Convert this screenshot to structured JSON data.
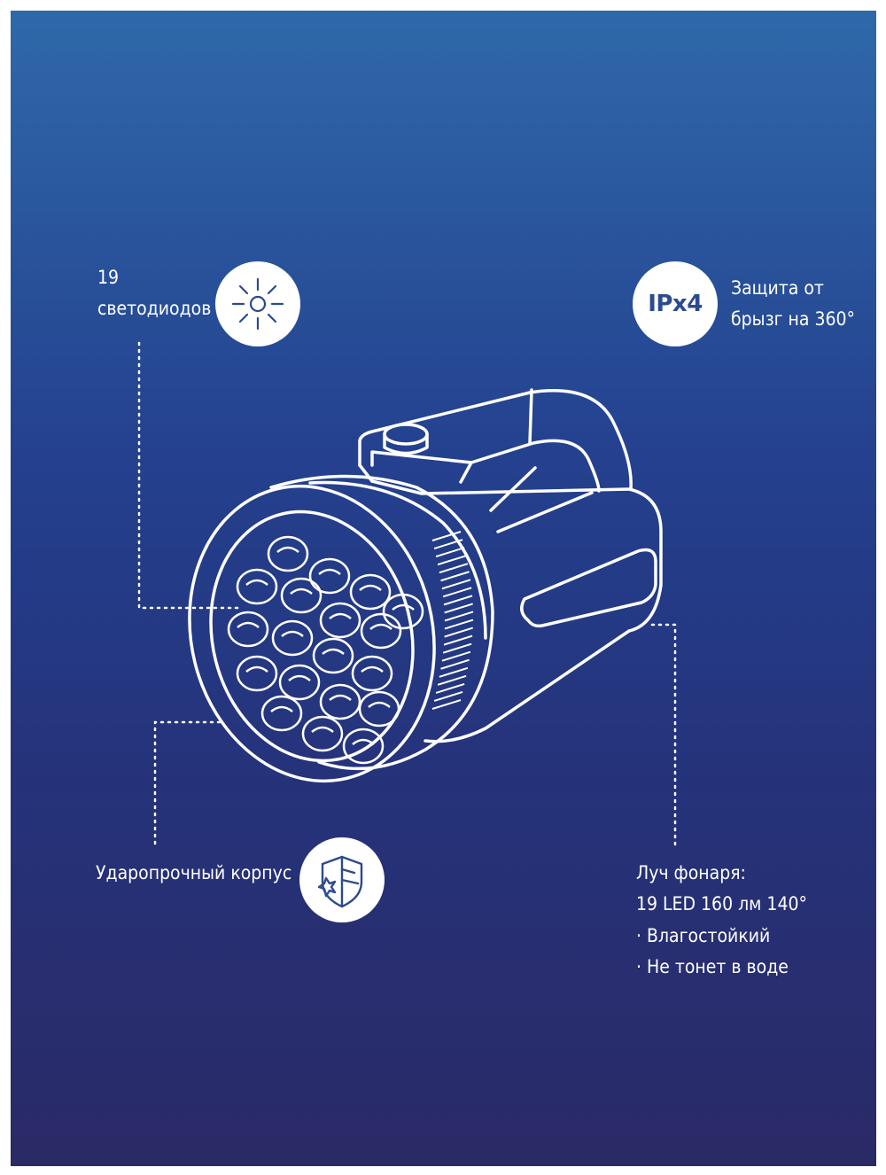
{
  "colors": {
    "background_top": "#2f69aa",
    "background_bottom": "#2a2a66",
    "line": "#ffffff",
    "badge_fill": "#ffffff",
    "icon_color": "#2c4a8e"
  },
  "features": {
    "leds": {
      "line1": "19",
      "line2": "светодиодов",
      "icon": "sun-icon"
    },
    "protection": {
      "badge_text": "IPx4",
      "line1": "Защита от",
      "line2": "брызг на 360°"
    },
    "body": {
      "label": "Ударопрочный корпус",
      "icon": "shield-icon"
    },
    "beam": {
      "line1": "Луч фонаря:",
      "line2": "19 LED 160 лм 140°",
      "line3": "· Влагостойкий",
      "line4": "· Не тонет в воде"
    }
  },
  "product": {
    "illustration": "flashlight-lantern",
    "led_count": 19
  }
}
